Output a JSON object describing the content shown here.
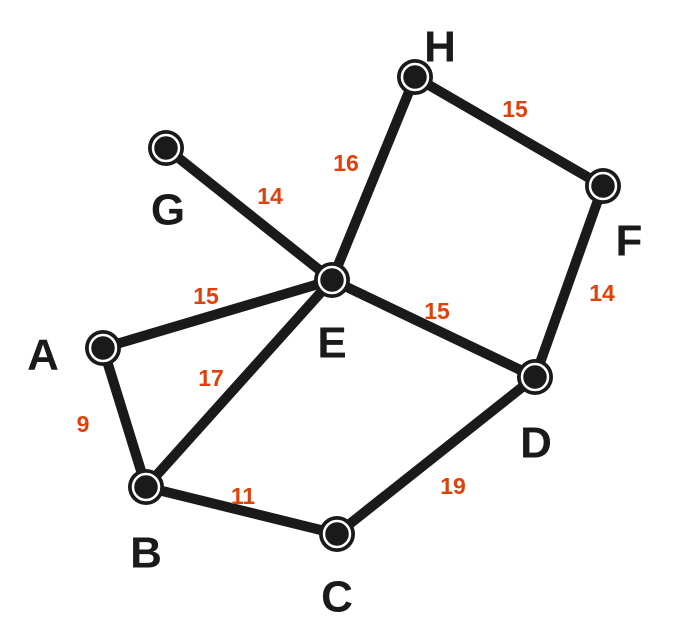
{
  "colors": {
    "edge": "#1a1a1a",
    "weight": "#e0400a",
    "background": "#ffffff"
  },
  "nodes": [
    {
      "id": "A",
      "label": "A"
    },
    {
      "id": "B",
      "label": "B"
    },
    {
      "id": "C",
      "label": "C"
    },
    {
      "id": "D",
      "label": "D"
    },
    {
      "id": "E",
      "label": "E"
    },
    {
      "id": "F",
      "label": "F"
    },
    {
      "id": "G",
      "label": "G"
    },
    {
      "id": "H",
      "label": "H"
    }
  ],
  "edges": [
    {
      "from": "A",
      "to": "B",
      "weight": "9"
    },
    {
      "from": "A",
      "to": "E",
      "weight": "15"
    },
    {
      "from": "B",
      "to": "E",
      "weight": "17"
    },
    {
      "from": "B",
      "to": "C",
      "weight": "11"
    },
    {
      "from": "C",
      "to": "D",
      "weight": "19"
    },
    {
      "from": "E",
      "to": "D",
      "weight": "15"
    },
    {
      "from": "G",
      "to": "E",
      "weight": "14"
    },
    {
      "from": "E",
      "to": "H",
      "weight": "16"
    },
    {
      "from": "H",
      "to": "F",
      "weight": "15"
    },
    {
      "from": "F",
      "to": "D",
      "weight": "14"
    }
  ]
}
